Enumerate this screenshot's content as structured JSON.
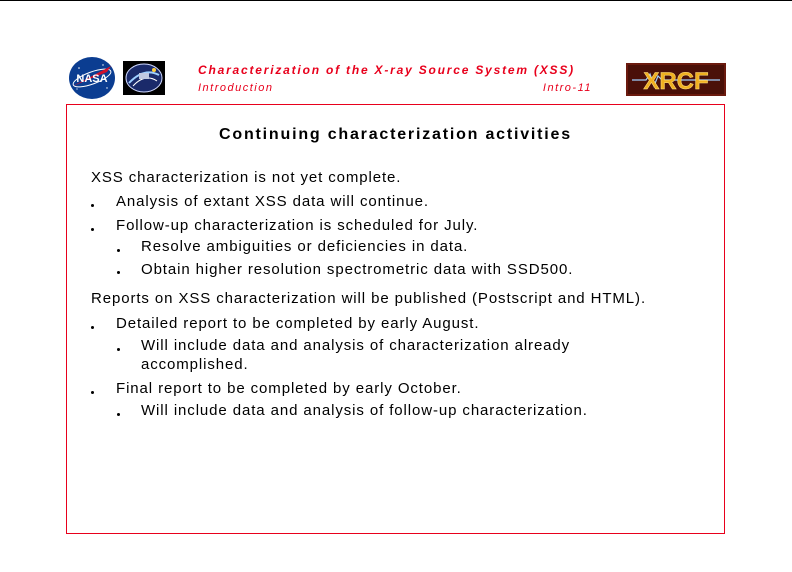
{
  "header": {
    "title": "Characterization of the X-ray Source System (XSS)",
    "section": "Introduction",
    "page": "Intro-11"
  },
  "logos": {
    "nasa": "NASA",
    "xrcf": "XRCF"
  },
  "slide": {
    "title": "Continuing characterization activities",
    "items": [
      "XSS characterization is not yet complete.",
      "Analysis of extant XSS data will continue.",
      "Follow-up characterization is scheduled for July.",
      "Resolve ambiguities or deficiencies in data.",
      "Obtain higher resolution spectrometric data with SSD500.",
      "Reports on XSS characterization will be published (Postscript and HTML).",
      "Detailed report to be completed by early August.",
      "Will include data and analysis of characterization already",
      "accomplished.",
      "Final report to be completed by early October.",
      "Will include data and analysis of follow-up characterization."
    ]
  },
  "colors": {
    "accent": "#e8001c",
    "nasa_blue": "#0b3d91",
    "xrcf_bg": "#6b1a0e",
    "xrcf_text": "#f0b020"
  }
}
